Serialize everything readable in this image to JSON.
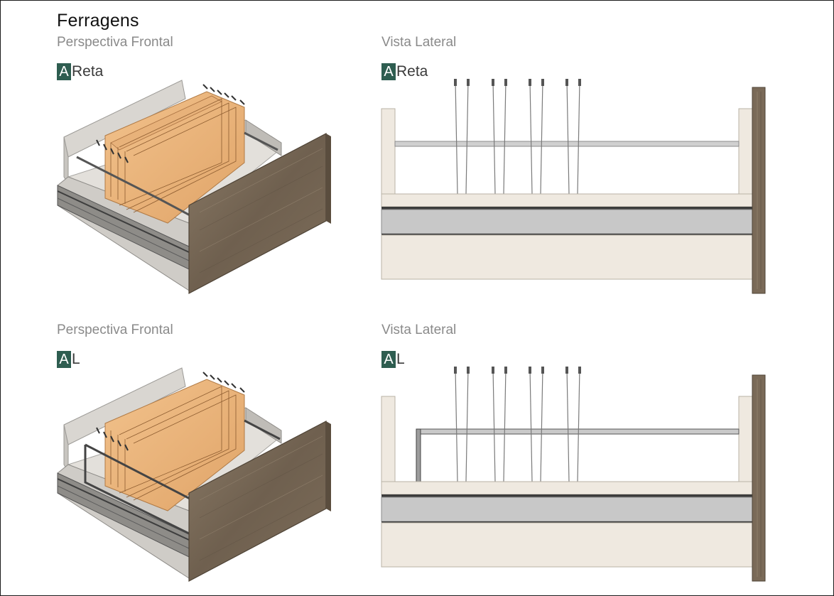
{
  "page_title": "Ferragens",
  "colors": {
    "badge": "#2e5d50",
    "wood": "#7a6a58",
    "folder": "#e9b27a",
    "drawer_light": "#ece7df",
    "drawer_gray": "#c9c9c9",
    "metal": "#8f8f8f"
  },
  "sections": [
    {
      "view": "Perspectiva Frontal",
      "badge": "A",
      "variant": "Reta"
    },
    {
      "view": "Vista Lateral",
      "badge": "A",
      "variant": "Reta"
    },
    {
      "view": "Perspectiva Frontal",
      "badge": "A",
      "variant": "L"
    },
    {
      "view": "Vista Lateral",
      "badge": "A",
      "variant": "L"
    }
  ]
}
